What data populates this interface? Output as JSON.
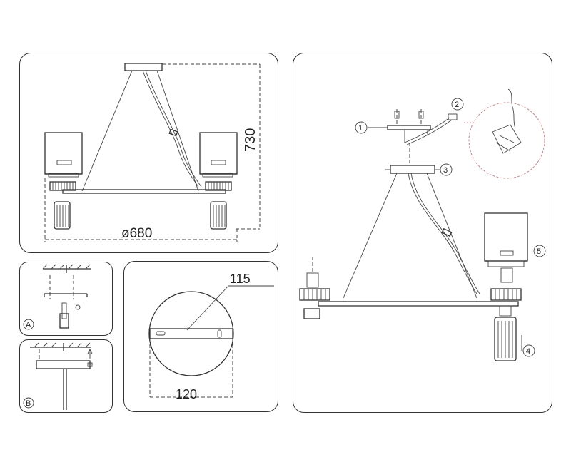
{
  "main_view": {
    "height_label": "730",
    "diameter_label": "ø680"
  },
  "detail_a": {
    "marker": "A"
  },
  "detail_b": {
    "marker": "B"
  },
  "canopy_detail": {
    "top_dimension": "115",
    "bottom_dimension": "120"
  },
  "exploded_view": {
    "callouts": [
      "1",
      "2",
      "3",
      "4",
      "5"
    ]
  },
  "colors": {
    "line": "#333333",
    "background": "#ffffff",
    "magnifier": "#c08a8a"
  }
}
